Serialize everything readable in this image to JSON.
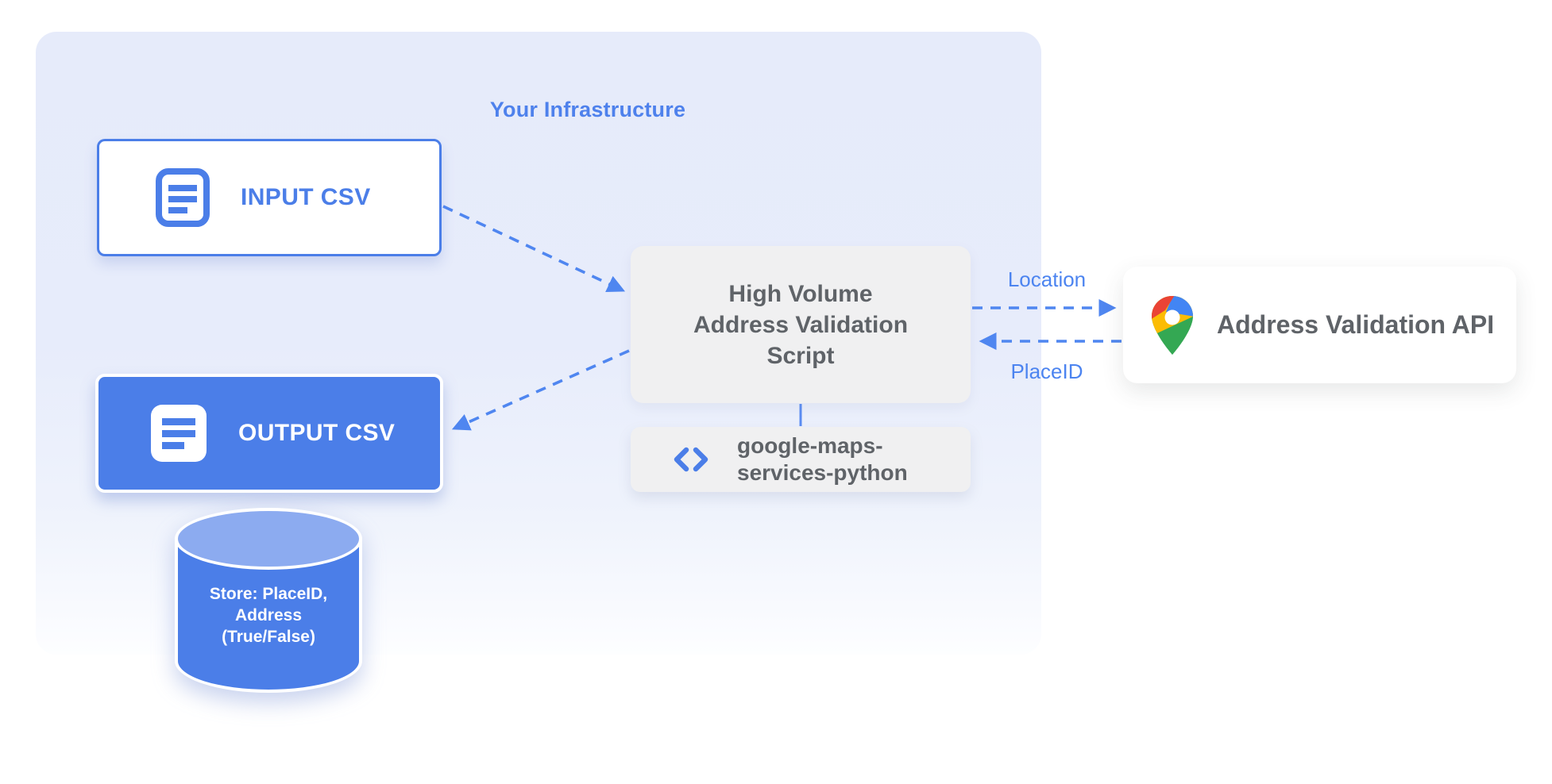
{
  "infrastructure": {
    "title": "Your Infrastructure"
  },
  "nodes": {
    "input_csv": {
      "label": "INPUT CSV",
      "icon": "document-icon"
    },
    "output_csv": {
      "label": "OUTPUT CSV",
      "icon": "document-icon"
    },
    "datastore": {
      "label": "Store: PlaceID,\nAddress\n(True/False)"
    },
    "script": {
      "label": "High Volume\nAddress Validation\nScript"
    },
    "library": {
      "label": "google-maps-\nservices-python",
      "icon": "code-icon"
    },
    "api": {
      "label": "Address Validation API",
      "icon": "google-maps-pin-icon"
    }
  },
  "edges": {
    "input_to_script": {
      "from": "input_csv",
      "to": "script",
      "style": "dashed"
    },
    "script_to_output": {
      "from": "script",
      "to": "output_csv",
      "style": "dashed"
    },
    "location": {
      "label": "Location",
      "from": "script",
      "to": "api",
      "style": "dashed"
    },
    "placeid": {
      "label": "PlaceID",
      "from": "api",
      "to": "script",
      "style": "dashed"
    },
    "script_to_library": {
      "from": "script",
      "to": "library",
      "style": "solid"
    }
  },
  "colors": {
    "accent_blue": "#4b7ee8",
    "arrow_blue": "#4f86f0",
    "label_blue": "#4c84f0",
    "infra_bg_top": "#e6ebfa",
    "infra_bg_bottom": "#fdfeff",
    "box_gray": "#f0f0f1",
    "text_gray": "#5f6368",
    "cylinder_top_blue": "#8cabf0",
    "pin_red": "#EA4335",
    "pin_blue": "#4285F4",
    "pin_yellow": "#FBBC04",
    "pin_green": "#34A853"
  }
}
